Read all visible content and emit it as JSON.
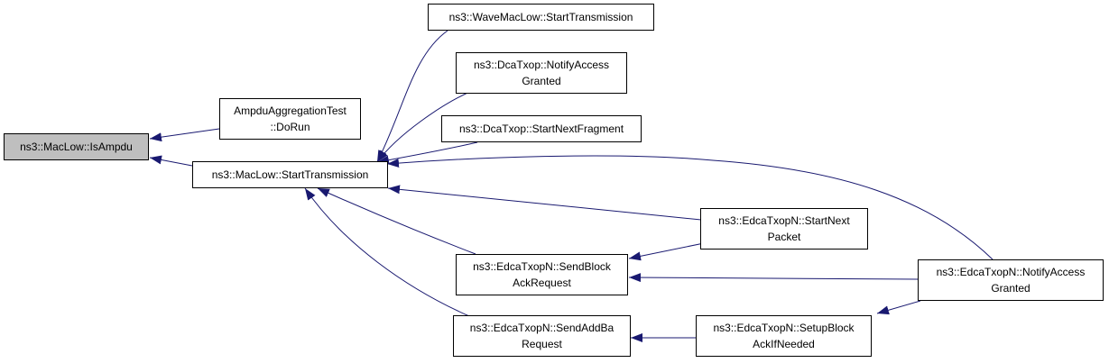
{
  "diagram": {
    "style": {
      "edge_color": "#191970",
      "root_fill": "#bfbfbf",
      "node_fill": "#ffffff"
    },
    "nodes": {
      "is_ampdu": {
        "lines": [
          "ns3::MacLow::IsAmpdu"
        ],
        "root": true
      },
      "ampdu_test_dorun": {
        "lines": [
          "AmpduAggregationTest",
          "::DoRun"
        ]
      },
      "maclow_start_tx": {
        "lines": [
          "ns3::MacLow::StartTransmission"
        ]
      },
      "wave_start_tx": {
        "lines": [
          "ns3::WaveMacLow::StartTransmission"
        ]
      },
      "dca_notify": {
        "lines": [
          "ns3::DcaTxop::NotifyAccess",
          "Granted"
        ]
      },
      "dca_next_frag": {
        "lines": [
          "ns3::DcaTxop::StartNextFragment"
        ]
      },
      "edca_start_next": {
        "lines": [
          "ns3::EdcaTxopN::StartNext",
          "Packet"
        ]
      },
      "edca_send_block": {
        "lines": [
          "ns3::EdcaTxopN::SendBlock",
          "AckRequest"
        ]
      },
      "edca_notify": {
        "lines": [
          "ns3::EdcaTxopN::NotifyAccess",
          "Granted"
        ]
      },
      "edca_send_addba": {
        "lines": [
          "ns3::EdcaTxopN::SendAddBa",
          "Request"
        ]
      },
      "edca_setup_block": {
        "lines": [
          "ns3::EdcaTxopN::SetupBlock",
          "AckIfNeeded"
        ]
      }
    },
    "edges": [
      {
        "from": "ampdu_test_dorun",
        "to": "is_ampdu"
      },
      {
        "from": "maclow_start_tx",
        "to": "is_ampdu"
      },
      {
        "from": "wave_start_tx",
        "to": "maclow_start_tx"
      },
      {
        "from": "dca_notify",
        "to": "maclow_start_tx"
      },
      {
        "from": "dca_next_frag",
        "to": "maclow_start_tx"
      },
      {
        "from": "edca_notify",
        "to": "maclow_start_tx"
      },
      {
        "from": "edca_start_next",
        "to": "maclow_start_tx"
      },
      {
        "from": "edca_send_block",
        "to": "maclow_start_tx"
      },
      {
        "from": "edca_send_addba",
        "to": "maclow_start_tx"
      },
      {
        "from": "edca_start_next",
        "to": "edca_send_block"
      },
      {
        "from": "edca_notify",
        "to": "edca_send_block"
      },
      {
        "from": "edca_setup_block",
        "to": "edca_send_addba"
      },
      {
        "from": "edca_notify",
        "to": "edca_setup_block"
      }
    ]
  }
}
